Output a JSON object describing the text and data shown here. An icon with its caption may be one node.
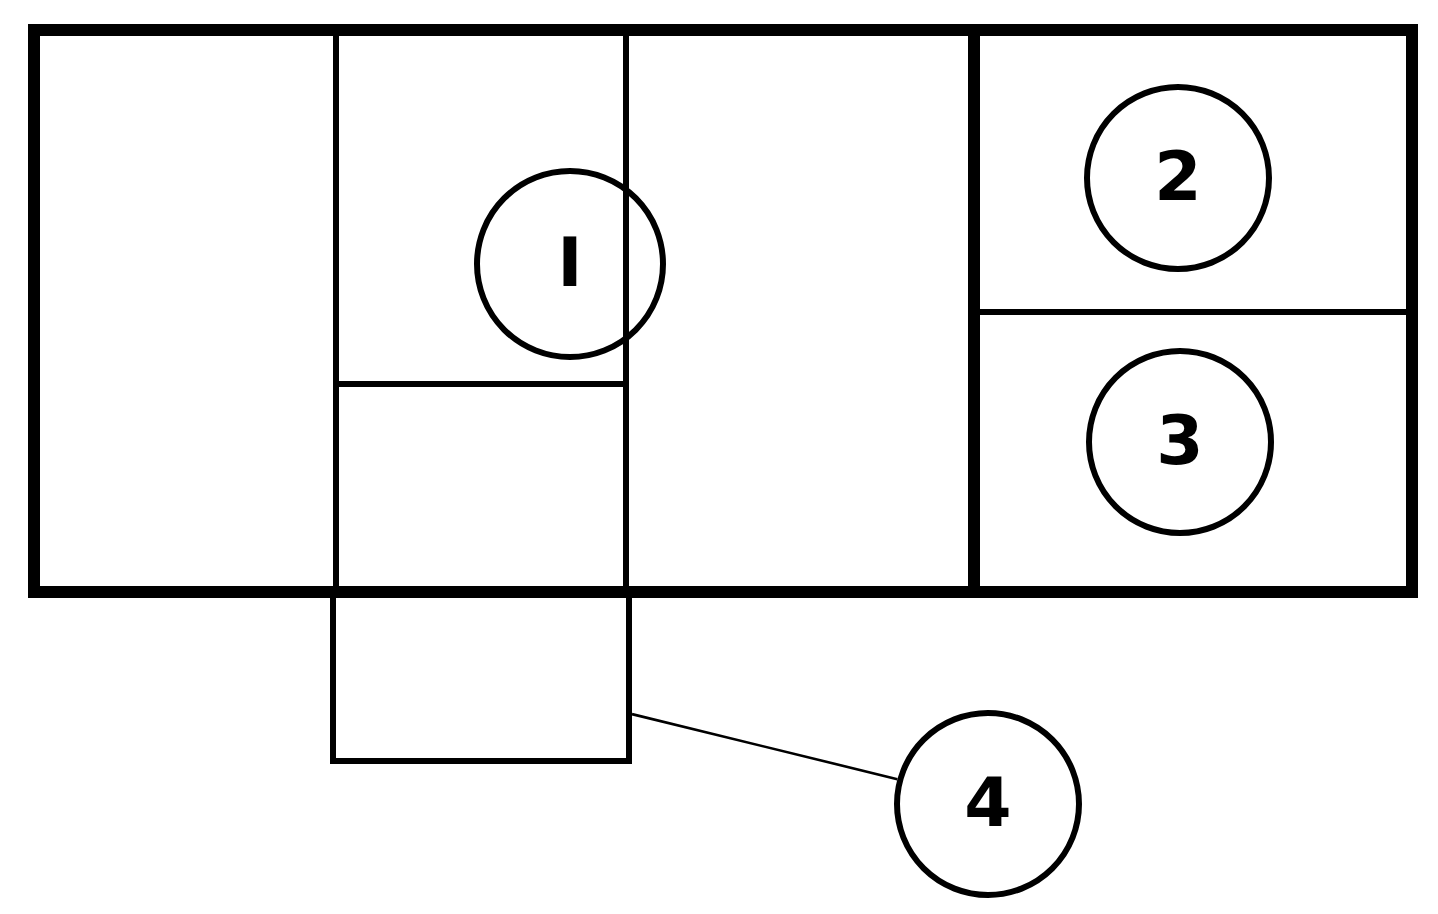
{
  "diagram": {
    "nodes": [
      {
        "text": [
          "I"
        ]
      },
      {
        "text": [
          "2"
        ]
      },
      {
        "text": [
          "3"
        ]
      },
      {
        "text": [],
        "shape": "box"
      },
      {
        "text": [
          "4"
        ]
      }
    ],
    "edges": [
      {
        "from": 4,
        "to": 3,
        "arrow": "none"
      }
    ]
  }
}
